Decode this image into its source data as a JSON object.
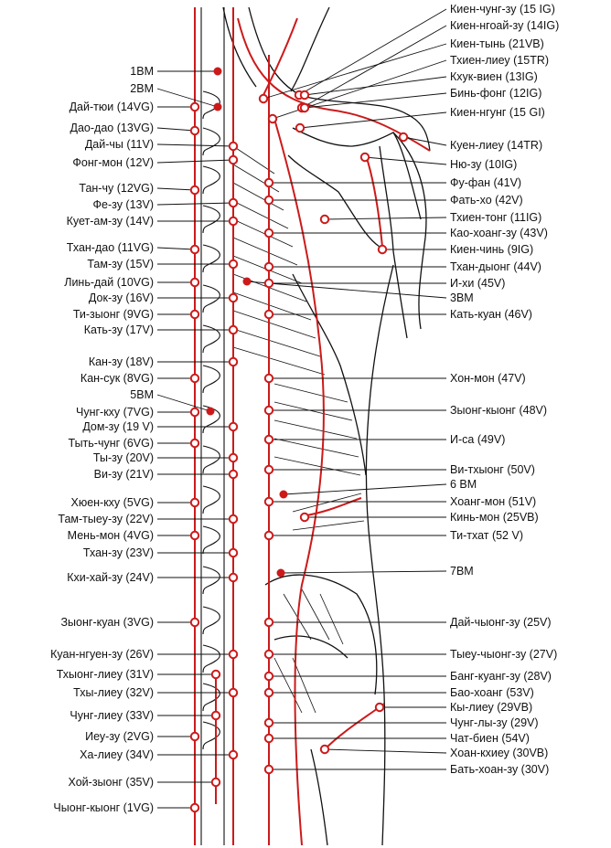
{
  "colors": {
    "meridian": "#cc1a1a",
    "ink": "#111111",
    "background": "#ffffff"
  },
  "left_labels": [
    "1ВМ",
    "2ВМ",
    "Дай-тюи (14VG)",
    "Дао-дао (13VG)",
    "Дай-чы (11V)",
    "Фонг-мон (12V)",
    "Тан-чу (12VG)",
    "Фе-зу (13V)",
    "Кует-ам-зу (14V)",
    "Тхан-дао (11VG)",
    "Там-зу (15V)",
    "Линь-дай (10VG)",
    "Док-зу (16V)",
    "Ти-зыонг (9VG)",
    "Кать-зу (17V)",
    "Кан-зу (18V)",
    "Кан-сук (8VG)",
    "5ВМ",
    "Чунг-кху (7VG)",
    "Дом-зу (19 V)",
    "Тыть-чунг (6VG)",
    "Ты-зу (20V)",
    "Ви-зу (21V)",
    "Хюен-кху (5VG)",
    "Там-тыеу-зу (22V)",
    "Мень-мон (4VG)",
    "Тхан-зу (23V)",
    "Кхи-хай-зу (24V)",
    "Зыонг-куан (3VG)",
    "Куан-нгуен-зу (26V)",
    "Тхыонг-лиеу (31V)",
    "Тхы-лиеу (32V)",
    "Чунг-лиеу (33V)",
    "Иеу-зу (2VG)",
    "Ха-лиеу (34V)",
    "Хой-зыонг (35V)",
    "Чыонг-кыонг (1VG)"
  ],
  "right_labels": [
    "Киен-чунг-зу (15 IG)",
    "Киен-нгоай-зу (14IG)",
    "Киен-тынь (21VB)",
    "Тхиен-лиеу (15TR)",
    "Кхук-виен (13IG)",
    "Бинь-фонг (12IG)",
    "Киен-нгунг (15 GI)",
    "Куен-лиеу (14TR)",
    "Ню-зу (10IG)",
    "Фу-фан (41V)",
    "Фать-хо (42V)",
    "Тхиен-тонг (11IG)",
    "Као-хоанг-зу (43V)",
    "Киен-чинь (9IG)",
    "Тхан-дыонг (44V)",
    "И-хи (45V)",
    "3ВМ",
    "Кать-куан (46V)",
    "Хон-мон (47V)",
    "Зыонг-кыонг (48V)",
    "И-са (49V)",
    "Ви-тхыонг (50V)",
    "6 ВМ",
    "Хоанг-мон (51V)",
    "Кинь-мон (25VB)",
    "Ти-тхат (52 V)",
    "7ВМ",
    "Дай-чыонг-зу (25V)",
    "Тыеу-чыонг-зу (27V)",
    "Банг-куанг-зу (28V)",
    "Бао-хоанг (53V)",
    "Кы-лиеу (29VB)",
    "Чунг-лы-зу (29V)",
    "Чат-биен (54V)",
    "Хоан-кхиеу (30VB)",
    "Бать-хоан-зу (30V)"
  ]
}
